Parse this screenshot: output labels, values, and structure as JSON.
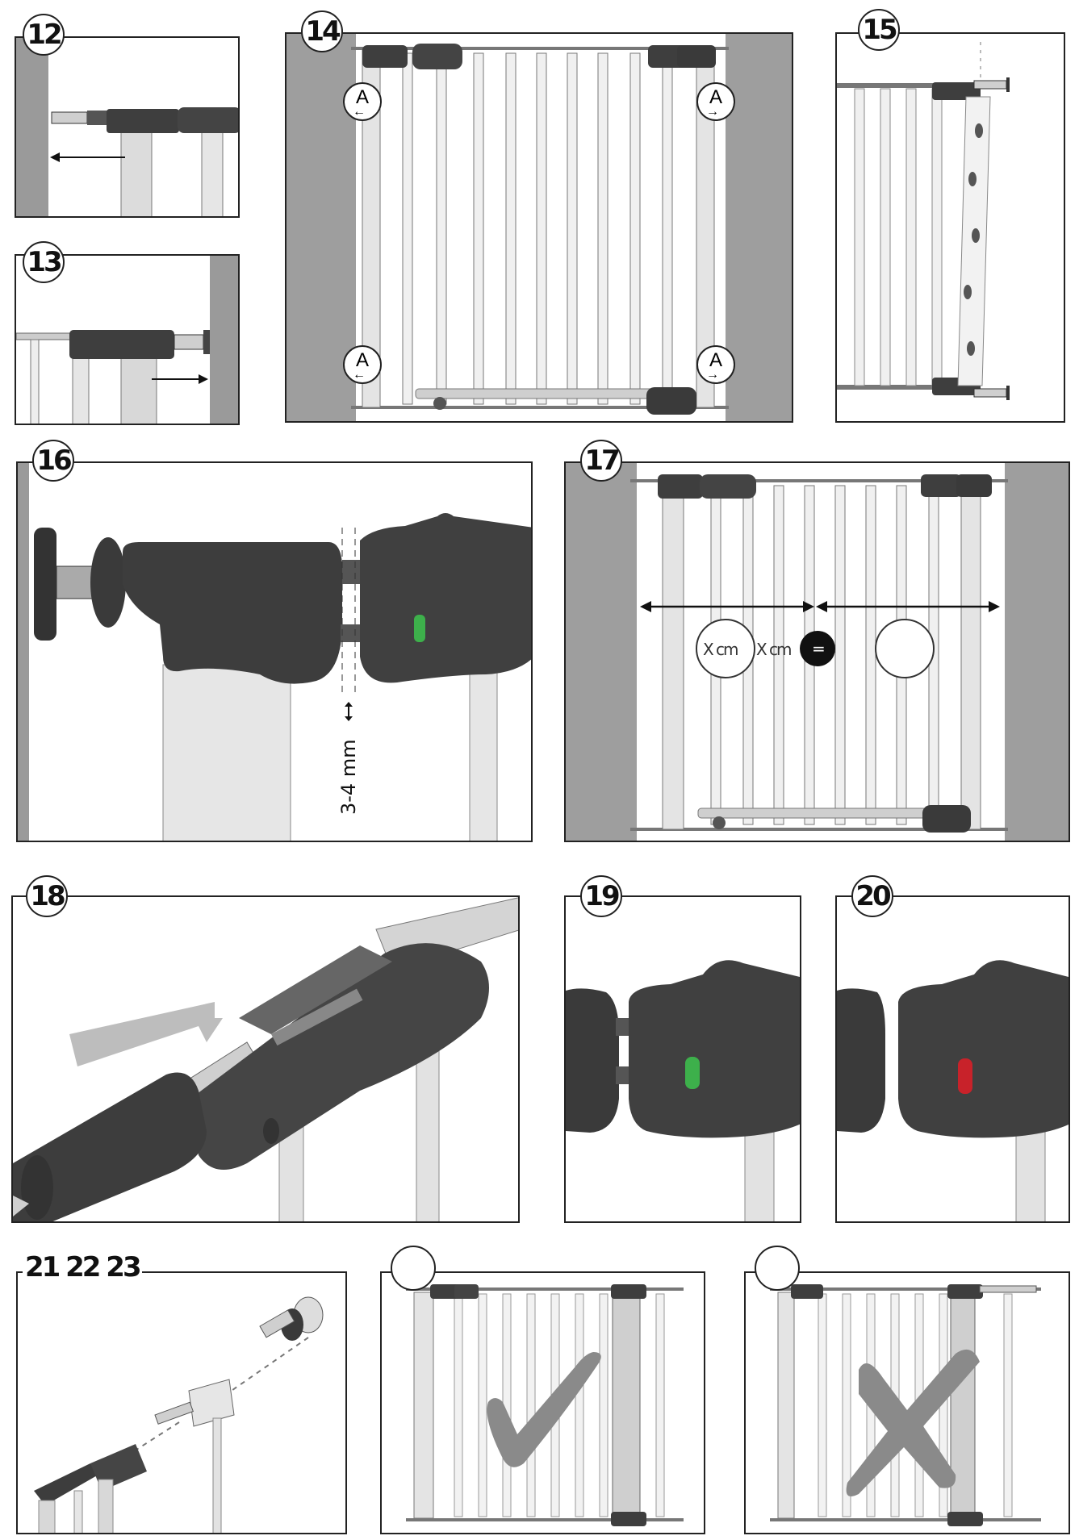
{
  "steps": {
    "s12": "12",
    "s13": "13",
    "s14": "14",
    "s15": "15",
    "s16": "16",
    "s17": "17",
    "s18": "18",
    "s19": "19",
    "s20": "20",
    "s21_23": "21 22 23"
  },
  "labels": {
    "marker_a": "A",
    "gap": "3-4 mm",
    "measure_left": "X cm",
    "measure_right": "X cm",
    "equals": "="
  },
  "indicators": {
    "green": "#3db04b",
    "red": "#c8222a"
  }
}
